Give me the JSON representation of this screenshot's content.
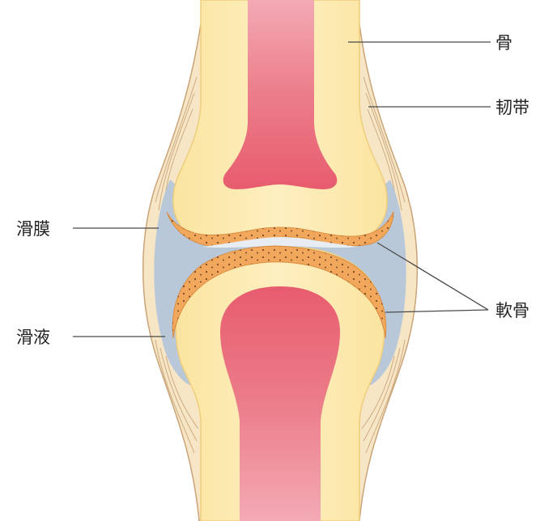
{
  "labels": {
    "bone": "骨",
    "ligament": "韧带",
    "synovium": "滑膜",
    "synovial_fluid": "滑液",
    "cartilage": "軟骨"
  },
  "colors": {
    "bone_outer": "#fbe7a6",
    "bone_outer_edge": "#f1cf7a",
    "marrow_top": "#e96a78",
    "marrow_mid": "#f39aa4",
    "cartilage": "#f2a85c",
    "cartilage_dots": "#6a3d1e",
    "synovial_fluid": "#b9c8d8",
    "capsule": "#f6e3c2",
    "capsule_lines": "#c9a478",
    "background": "#ffffff"
  }
}
